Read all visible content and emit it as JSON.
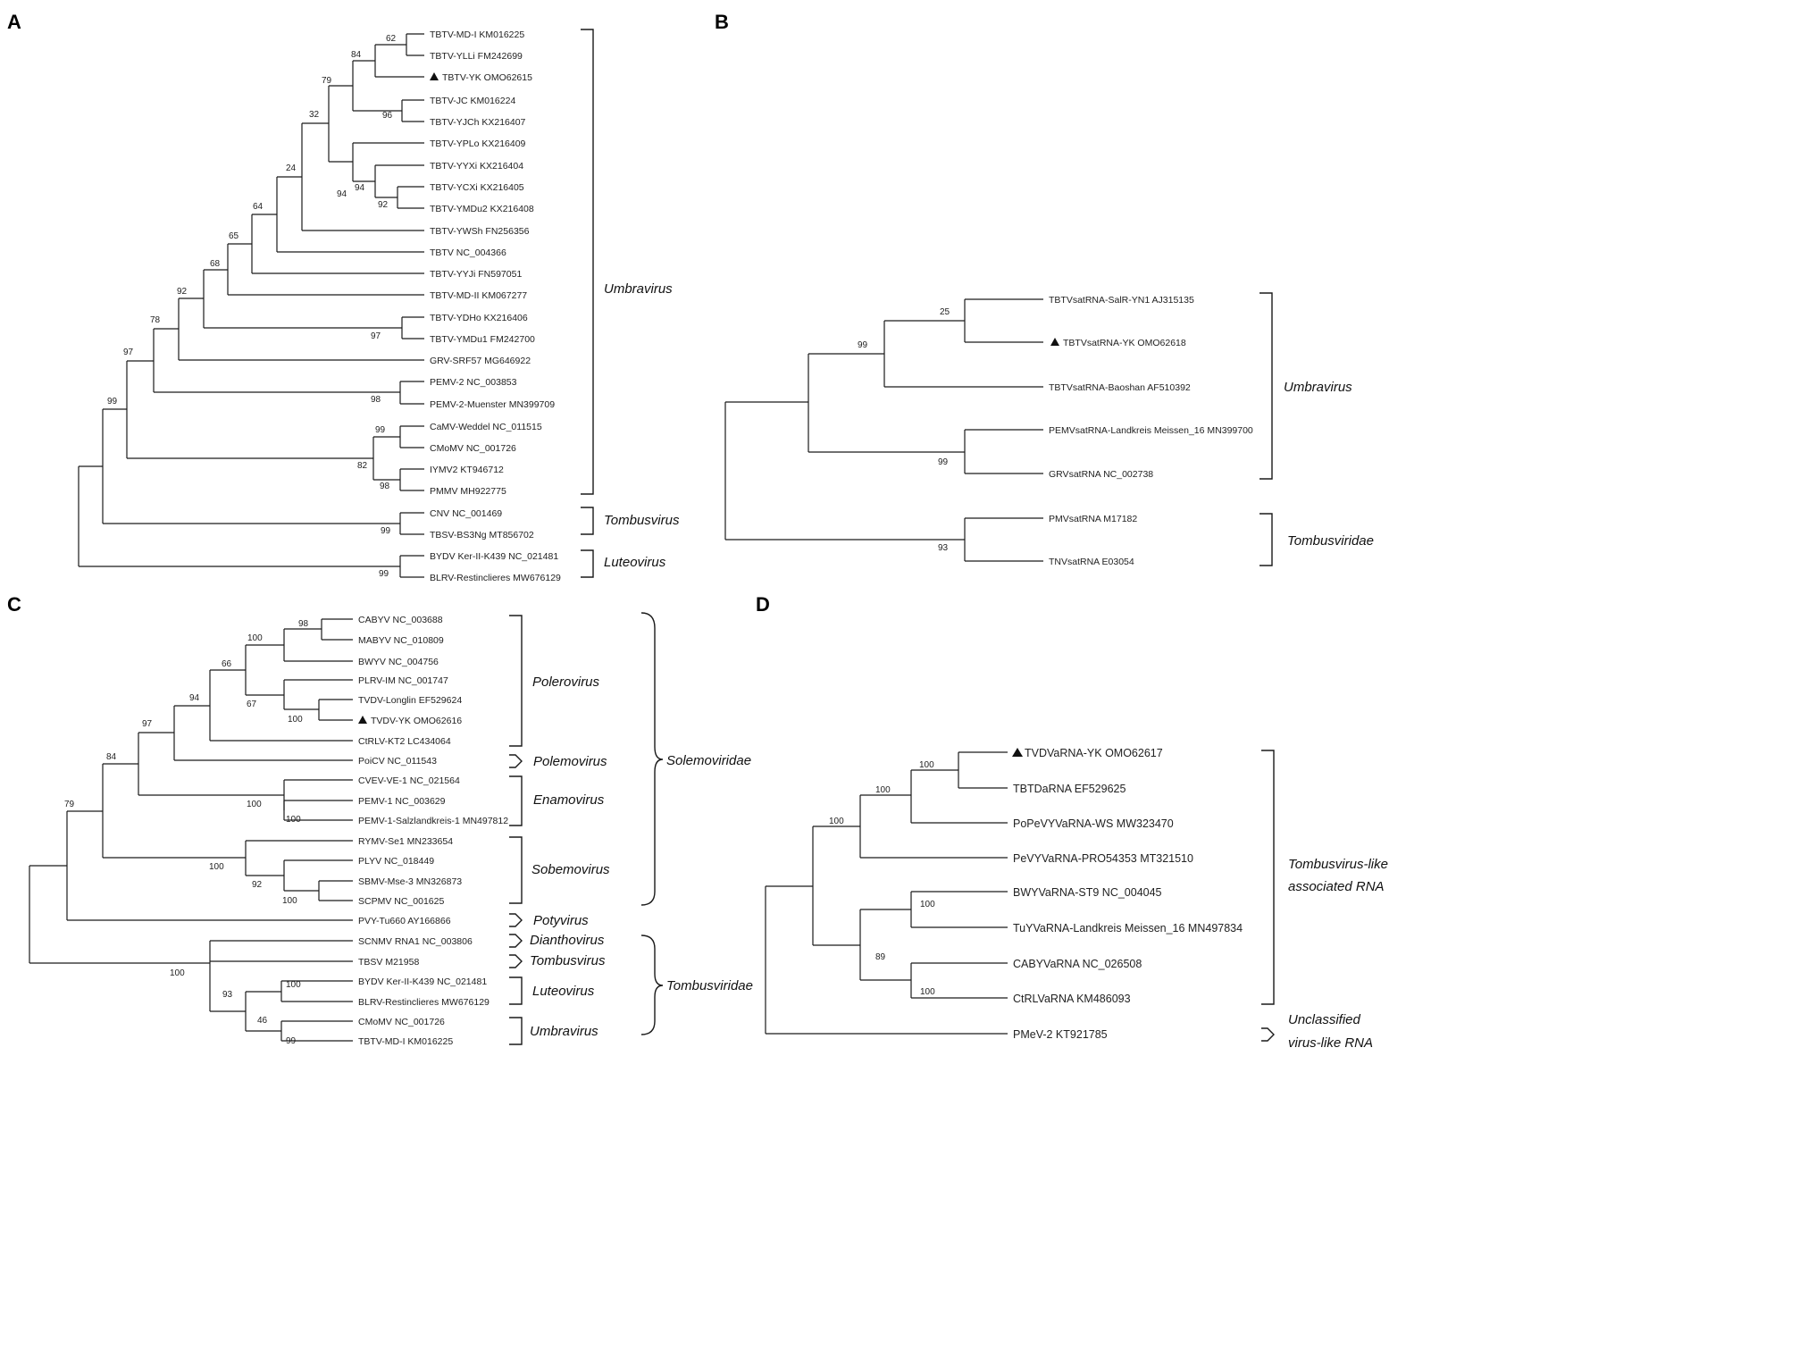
{
  "panels": [
    {
      "label": "A",
      "leaves": [
        {
          "text": "TBTV-MD-I KM016225",
          "marked": false
        },
        {
          "text": "TBTV-YLLi FM242699",
          "marked": false
        },
        {
          "text": "TBTV-YK OMO62615",
          "marked": true
        },
        {
          "text": "TBTV-JC KM016224",
          "marked": false
        },
        {
          "text": "TBTV-YJCh KX216407",
          "marked": false
        },
        {
          "text": "TBTV-YPLo KX216409",
          "marked": false
        },
        {
          "text": "TBTV-YYXi KX216404",
          "marked": false
        },
        {
          "text": "TBTV-YCXi KX216405",
          "marked": false
        },
        {
          "text": "TBTV-YMDu2 KX216408",
          "marked": false
        },
        {
          "text": "TBTV-YWSh FN256356",
          "marked": false
        },
        {
          "text": "TBTV NC_004366",
          "marked": false
        },
        {
          "text": "TBTV-YYJi FN597051",
          "marked": false
        },
        {
          "text": "TBTV-MD-II KM067277",
          "marked": false
        },
        {
          "text": "TBTV-YDHo KX216406",
          "marked": false
        },
        {
          "text": "TBTV-YMDu1 FM242700",
          "marked": false
        },
        {
          "text": "GRV-SRF57 MG646922",
          "marked": false
        },
        {
          "text": "PEMV-2 NC_003853",
          "marked": false
        },
        {
          "text": "PEMV-2-Muenster MN399709",
          "marked": false
        },
        {
          "text": "CaMV-Weddel NC_011515",
          "marked": false
        },
        {
          "text": "CMoMV NC_001726",
          "marked": false
        },
        {
          "text": "IYMV2 KT946712",
          "marked": false
        },
        {
          "text": "PMMV MH922775",
          "marked": false
        },
        {
          "text": "CNV NC_001469",
          "marked": false
        },
        {
          "text": "TBSV-BS3Ng MT856702",
          "marked": false
        },
        {
          "text": "BYDV Ker-II-K439 NC_021481",
          "marked": false
        },
        {
          "text": "BLRV-Restinclieres MW676129",
          "marked": false
        }
      ],
      "bootstraps": [
        "62",
        "84",
        "96",
        "79",
        "32",
        "94",
        "94",
        "92",
        "24",
        "64",
        "65",
        "68",
        "92",
        "97",
        "78",
        "97",
        "98",
        "99",
        "82",
        "98",
        "99",
        "99",
        "99"
      ],
      "groups": [
        "Umbravirus",
        "Tombusvirus",
        "Luteovirus"
      ]
    },
    {
      "label": "B",
      "leaves": [
        {
          "text": "TBTVsatRNA-SalR-YN1 AJ315135",
          "marked": false
        },
        {
          "text": "TBTVsatRNA-YK OMO62618",
          "marked": true
        },
        {
          "text": "TBTVsatRNA-Baoshan   AF510392",
          "marked": false
        },
        {
          "text": "PEMVsatRNA-Landkreis Meissen_16 MN399700",
          "marked": false
        },
        {
          "text": "GRVsatRNA NC_002738",
          "marked": false
        },
        {
          "text": "PMVsatRNA M17182",
          "marked": false
        },
        {
          "text": "TNVsatRNA E03054",
          "marked": false
        }
      ],
      "bootstraps": [
        "25",
        "99",
        "99",
        "93"
      ],
      "groups": [
        "Umbravirus",
        "Tombusviridae"
      ]
    },
    {
      "label": "C",
      "leaves": [
        {
          "text": "CABYV NC_003688",
          "marked": false
        },
        {
          "text": "MABYV NC_010809",
          "marked": false
        },
        {
          "text": "BWYV NC_004756",
          "marked": false
        },
        {
          "text": "PLRV-IM NC_001747",
          "marked": false
        },
        {
          "text": "TVDV-Longlin EF529624",
          "marked": false
        },
        {
          "text": "TVDV-YK OMO62616",
          "marked": true
        },
        {
          "text": "CtRLV-KT2 LC434064",
          "marked": false
        },
        {
          "text": "PoiCV NC_011543",
          "marked": false
        },
        {
          "text": "CVEV-VE-1 NC_021564",
          "marked": false
        },
        {
          "text": "PEMV-1 NC_003629",
          "marked": false
        },
        {
          "text": "PEMV-1-Salzlandkreis-1   MN497812",
          "marked": false
        },
        {
          "text": "RYMV-Se1 MN233654",
          "marked": false
        },
        {
          "text": "PLYV NC_018449",
          "marked": false
        },
        {
          "text": "SBMV-Mse-3 MN326873",
          "marked": false
        },
        {
          "text": "SCPMV NC_001625",
          "marked": false
        },
        {
          "text": "PVY-Tu660 AY166866",
          "marked": false
        },
        {
          "text": "SCNMV RNA1 NC_003806",
          "marked": false
        },
        {
          "text": "TBSV M21958",
          "marked": false
        },
        {
          "text": "BYDV Ker-II-K439 NC_021481",
          "marked": false
        },
        {
          "text": "BLRV-Restinclieres MW676129",
          "marked": false
        },
        {
          "text": "CMoMV NC_001726",
          "marked": false
        },
        {
          "text": "TBTV-MD-I KM016225",
          "marked": false
        }
      ],
      "bootstraps": [
        "98",
        "100",
        "66",
        "67",
        "100",
        "94",
        "97",
        "84",
        "100",
        "100",
        "79",
        "100",
        "92",
        "100",
        "100",
        "93",
        "100",
        "46",
        "99"
      ],
      "groups": [
        "Polerovirus",
        "Polemovirus",
        "Enamovirus",
        "Sobemovirus",
        "Potyvirus",
        "Dianthovirus",
        "Tombusvirus",
        "Luteovirus",
        "Umbravirus",
        "Solemoviridae",
        "Tombusviridae"
      ]
    },
    {
      "label": "D",
      "leaves": [
        {
          "text": "TVDVaRNA-YK OMO62617",
          "marked": true
        },
        {
          "text": "TBTDaRNA EF529625",
          "marked": false
        },
        {
          "text": "PoPeVYVaRNA-WS MW323470",
          "marked": false
        },
        {
          "text": "PeVYVaRNA-PRO54353 MT321510",
          "marked": false
        },
        {
          "text": "BWYVaRNA-ST9 NC_004045",
          "marked": false
        },
        {
          "text": "TuYVaRNA-Landkreis Meissen_16 MN497834",
          "marked": false
        },
        {
          "text": "CABYVaRNA NC_026508",
          "marked": false
        },
        {
          "text": "CtRLVaRNA KM486093",
          "marked": false
        },
        {
          "text": "PMeV-2 KT921785",
          "marked": false
        }
      ],
      "bootstraps": [
        "100",
        "100",
        "100",
        "100",
        "89",
        "100"
      ],
      "groups": [
        "Tombusvirus-like",
        "associated RNA",
        "Unclassified",
        "virus-like RNA"
      ]
    }
  ]
}
